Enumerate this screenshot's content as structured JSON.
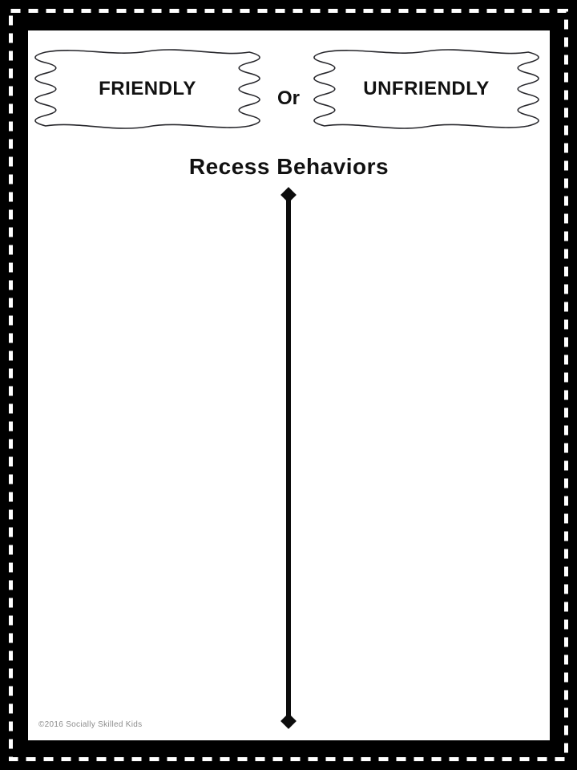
{
  "worksheet": {
    "header": {
      "left_banner": "FRIENDLY",
      "connector": "Or",
      "right_banner": "UNFRIENDLY"
    },
    "title": "Recess Behaviors",
    "footer": {
      "copyright": "©2016 Socially Skilled Kids"
    }
  },
  "colors": {
    "frame": "#000000",
    "dash_line": "#ffffff",
    "paper": "#ffffff",
    "ink": "#111111",
    "banner_stroke": "#26262b",
    "banner_fill": "#ffffff",
    "divider": "#0d0d0d",
    "copyright_text": "#8c8c8c"
  },
  "icons": {
    "divider_top": "diamond",
    "divider_bottom": "diamond"
  }
}
